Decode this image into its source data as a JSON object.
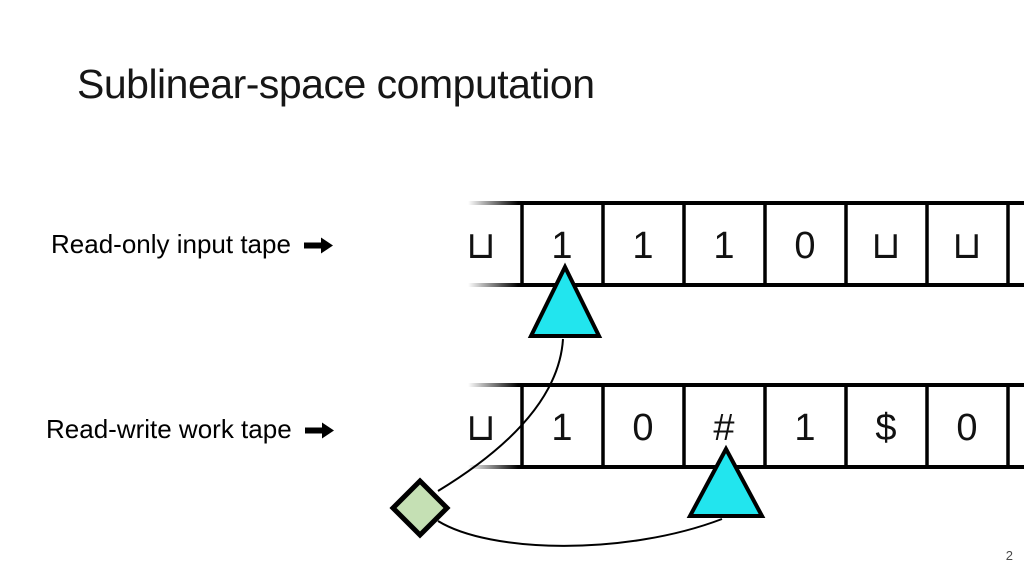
{
  "slide": {
    "title": "Sublinear-space computation",
    "page_number": "2"
  },
  "labels": {
    "input_tape": "Read-only input tape",
    "work_tape": "Read-write work tape"
  },
  "tapes": {
    "input": {
      "description": "read-only input tape",
      "cells": [
        "⊔",
        "1",
        "1",
        "1",
        "0",
        "⊔",
        "⊔"
      ],
      "head_cell_index": 1,
      "head_cell_symbol": "1"
    },
    "work": {
      "description": "read-write work tape",
      "cells": [
        "⊔",
        "1",
        "0",
        "#",
        "1",
        "$",
        "0"
      ],
      "head_cell_index": 3,
      "head_cell_symbol": "#"
    }
  },
  "icons": {
    "label_arrow": "right-arrow-icon",
    "input_head": "triangle-tape-head-icon",
    "work_head": "triangle-tape-head-icon",
    "state_marker": "diamond-state-icon"
  },
  "colors": {
    "tape_head_fill": "#22E5EE",
    "state_marker_fill": "#C5E0B4",
    "line": "#000000"
  }
}
